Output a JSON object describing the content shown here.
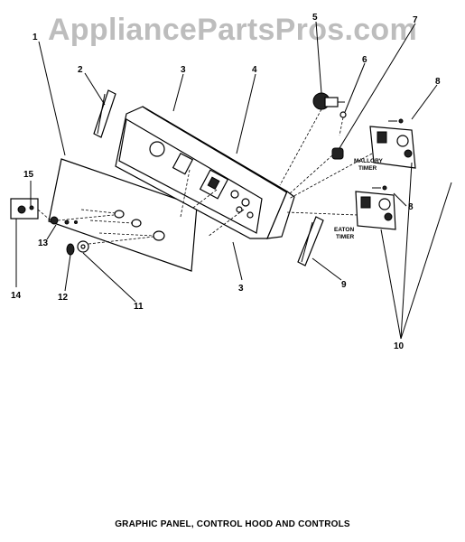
{
  "watermark": "AppliancePartsPros.com",
  "caption": "GRAPHIC PANEL, CONTROL HOOD AND CONTROLS",
  "callouts": {
    "c1": "1",
    "c2": "2",
    "c3a": "3",
    "c3b": "3",
    "c4": "4",
    "c5": "5",
    "c6": "6",
    "c7": "7",
    "c8a": "8",
    "c8b": "8",
    "c9": "9",
    "c10": "10",
    "c11": "11",
    "c12": "12",
    "c13": "13",
    "c14": "14",
    "c15": "15"
  },
  "labels": {
    "mallory_1": "MALLORY",
    "mallory_2": "TIMER",
    "eaton_1": "EATON",
    "eaton_2": "TIMER"
  }
}
